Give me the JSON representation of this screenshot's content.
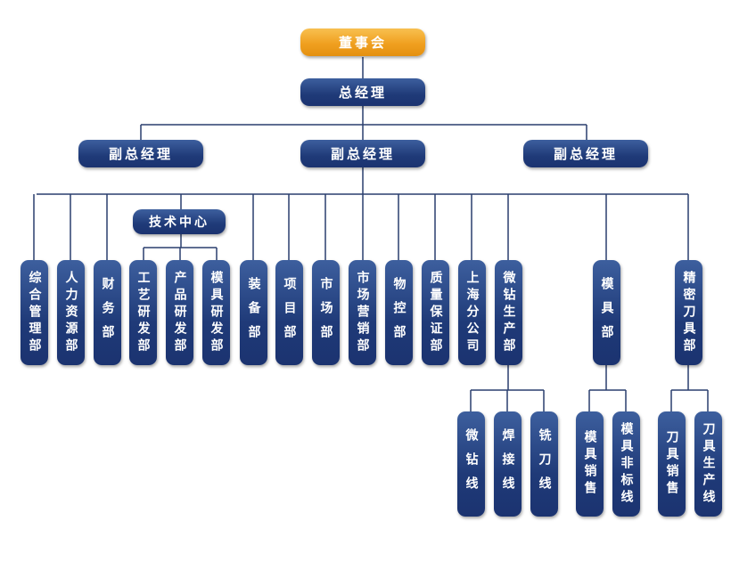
{
  "board": "董事会",
  "gm": "总经理",
  "vgm": [
    "副总经理",
    "副总经理",
    "副总经理"
  ],
  "tech_center": "技术中心",
  "departments": [
    "综合管理部",
    "人力资源部",
    "财务部",
    "工艺研发部",
    "产品研发部",
    "模具研发部",
    "装备部",
    "项目部",
    "市场部",
    "市场营销部",
    "物控部",
    "质量保证部",
    "上海分公司",
    "微钻生产部",
    "模具部",
    "精密刀具部"
  ],
  "sub_units": {
    "microdrill": [
      "微钻线",
      "焊接线",
      "铣刀线"
    ],
    "mold": [
      "模具销售",
      "模具非标线"
    ],
    "tool": [
      "刀具销售",
      "刀具生产线"
    ]
  },
  "colors": {
    "node": "#1f3a78",
    "top": "#f0a020",
    "line": "#2a3f6e"
  }
}
